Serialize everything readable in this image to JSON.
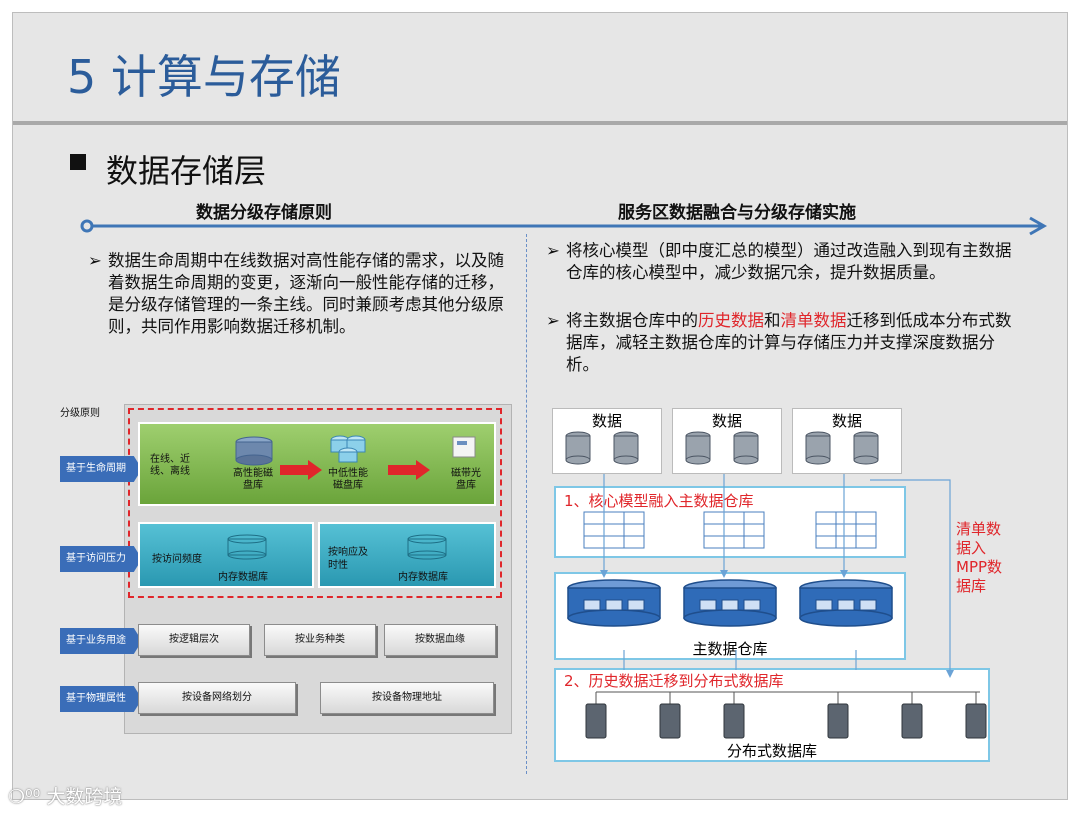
{
  "title": "5 计算与存储",
  "section": "数据存储层",
  "left": {
    "heading": "数据分级存储原则",
    "bullet": "数据生命周期中在线数据对高性能存储的需求，以及随着数据生命周期的变更，逐渐向一般性能存储的迁移，是分级存储管理的一条主线。同时兼顾考虑其他分级原则，共同作用影响数据迁移机制。",
    "diagram": {
      "label": "分级原则",
      "rows": [
        {
          "tag": "基于生命周期"
        },
        {
          "tag": "基于访问压力"
        },
        {
          "tag": "基于业务用途"
        },
        {
          "tag": "基于物理属性"
        }
      ],
      "lifecycle_text": "在线、近线、离线",
      "stage1": "高性能磁盘库",
      "stage2": "中低性能磁盘库",
      "stage3": "磁带光盘库",
      "freq_label": "按访问频度",
      "freq_db": "内存数据库",
      "timeliness_label": "按响应及时性",
      "timeliness_db": "内存数据库",
      "biz": [
        "按逻辑层次",
        "按业务种类",
        "按数据血缘"
      ],
      "phys": [
        "按设备网络划分",
        "按设备物理地址"
      ]
    }
  },
  "right": {
    "heading": "服务区数据融合与分级存储实施",
    "bullet1": "将核心模型（即中度汇总的模型）通过改造融入到现有主数据仓库的核心模型中，减少数据冗余，提升数据质量。",
    "bullet2": {
      "pre": "将主数据仓库中的",
      "hl1": "历史数据",
      "mid": "和",
      "hl2": "清单数据",
      "post": "迁移到低成本分布式数据库，减轻主数据仓库的计算与存储压力并支撑深度数据分析。"
    },
    "diagram": {
      "sources": [
        "数据",
        "数据",
        "数据"
      ],
      "step1": "1、核心模型融入主数据仓库",
      "main_dw": "主数据仓库",
      "step2": "2、历史数据迁移到分布式数据库",
      "dist_db": "分布式数据库",
      "mpp_note": "清单数据入MPP数据库"
    }
  },
  "watermark": "大数跨境",
  "colors": {
    "title": "#2b5c9a",
    "accent_red": "#e0262b",
    "tag_blue": "#3a6db8",
    "green": "#7ab648",
    "teal": "#2a98b1"
  }
}
